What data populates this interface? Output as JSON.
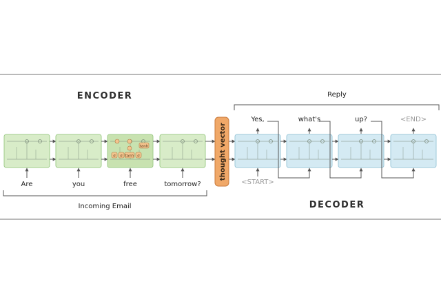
{
  "encoder": {
    "title": "ENCODER",
    "inputs": [
      "Are",
      "you",
      "free",
      "tomorrow?"
    ],
    "caption": "Incoming Email",
    "cell_color": "#d8ecc8",
    "cell_border": "#9fcc8a",
    "highlight_cell_color": "#c8e2b0",
    "gate_color": "#f3c48e",
    "gate_labels": [
      "σ",
      "σ",
      "tanh",
      "σ",
      "tanh"
    ]
  },
  "thought_vector": {
    "label": "thought vector",
    "color": "#f0a868",
    "border": "#c97a3c"
  },
  "decoder": {
    "title": "DECODER",
    "reply_caption": "Reply",
    "start_token": "<START>",
    "outputs": [
      "Yes,",
      "what's",
      "up?",
      "<END>"
    ],
    "cell_color": "#d4eaf3",
    "cell_border": "#9cc8da"
  },
  "colors": {
    "frame_line": "#b9b9b9",
    "wire": "#555555",
    "text": "#222222",
    "muted_text": "#9a9a9a"
  }
}
